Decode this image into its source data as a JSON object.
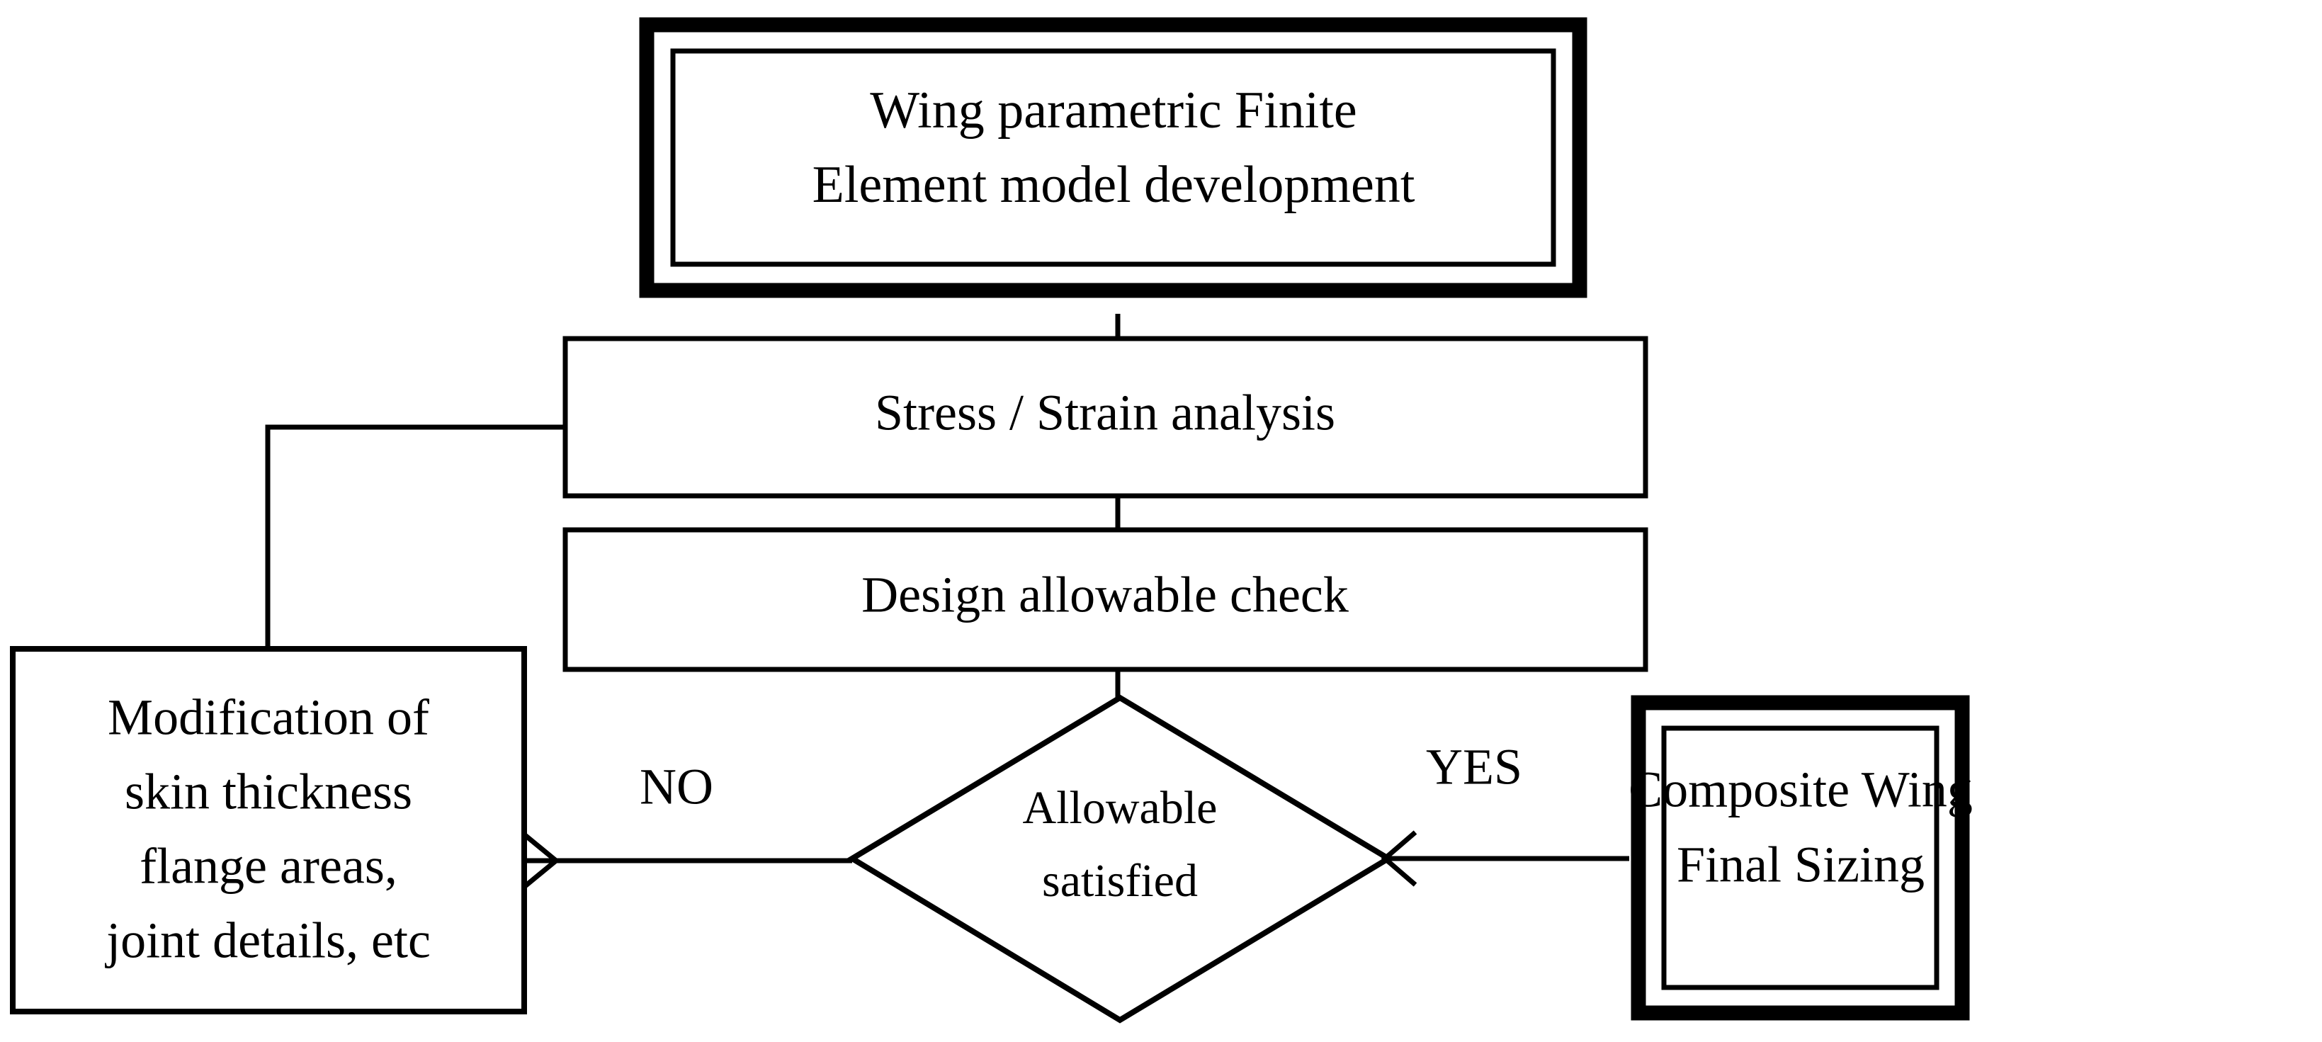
{
  "diagram": {
    "title": "Composite wing sizing process flowchart",
    "type": "flowchart",
    "background_color": "#ffffff",
    "line_color": "#000000",
    "nodes": {
      "fe_model": {
        "id": "fe_model",
        "shape": "double-bordered-rectangle",
        "line1": "Wing parametric Finite",
        "line2": "Element model development"
      },
      "stress_analysis": {
        "id": "stress_analysis",
        "shape": "rectangle",
        "line1": "Stress / Strain analysis"
      },
      "allowable_check": {
        "id": "allowable_check",
        "shape": "rectangle",
        "line1": "Design allowable check"
      },
      "decision": {
        "id": "decision",
        "shape": "diamond",
        "line1": "Allowable",
        "line2": "satisfied"
      },
      "modification": {
        "id": "modification",
        "shape": "rectangle",
        "line1": "Modification of",
        "line2": "skin thickness",
        "line3": "flange areas,",
        "line4": "joint details, etc"
      },
      "final_sizing": {
        "id": "final_sizing",
        "shape": "double-bordered-rectangle",
        "line1": "Composite Wing",
        "line2": "Final Sizing"
      }
    },
    "edge_labels": {
      "no": "NO",
      "yes": "YES"
    }
  }
}
